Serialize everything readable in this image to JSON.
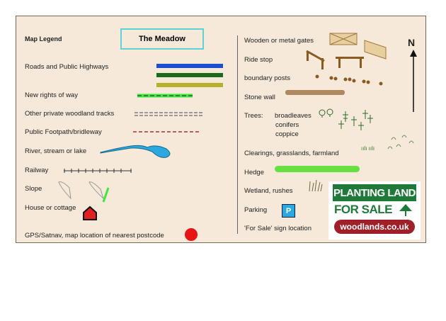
{
  "legend": {
    "heading": "Map Legend",
    "title": "The Meadow",
    "left_items": [
      "Roads and  Public Highways",
      "New rights of way",
      "Other private woodland tracks",
      "Public Footpath/bridleway",
      "River, stream or lake",
      "Railway",
      "Slope",
      "House or cottage",
      "GPS/Satnav, map location of nearest postcode"
    ],
    "right_items": [
      "Wooden or metal gates",
      "Ride stop",
      "boundary posts",
      "Stone wall",
      "Trees:",
      "Clearings, grasslands, farmland",
      "Hedge",
      "Wetland, rushes",
      "Parking",
      "'For Sale'  sign location"
    ],
    "tree_types": [
      "broadleaves",
      "conifers",
      "coppice"
    ],
    "north": "N",
    "parking_symbol": "P",
    "road_colors": [
      "#1c4fd0",
      "#1a6a1a",
      "#b5b12a"
    ]
  },
  "sign": {
    "line1": "PLANTING LAND",
    "line2": "FOR SALE",
    "line3": "woodlands.co.uk"
  }
}
